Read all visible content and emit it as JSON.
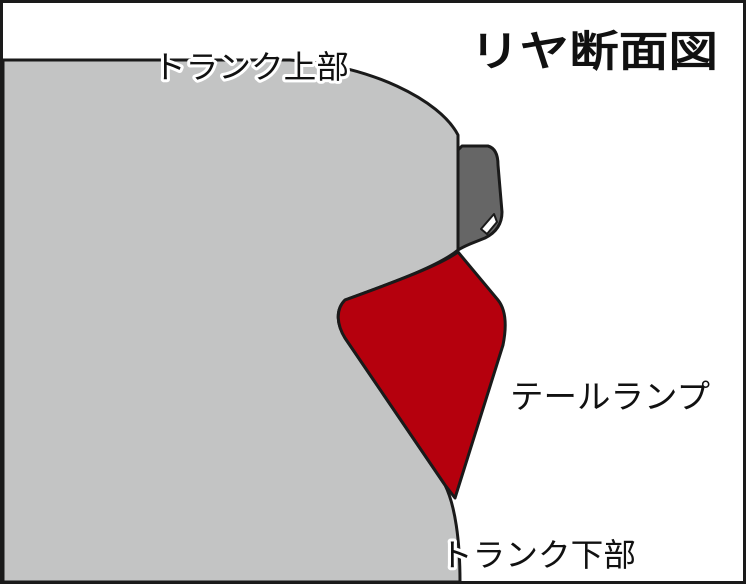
{
  "diagram": {
    "title": "リヤ断面図",
    "labels": {
      "trunk_top": "トランク上部",
      "tail_lamp": "テールランプ",
      "trunk_bottom": "トランク下部"
    },
    "colors": {
      "body": "#c3c4c4",
      "tail_lamp": "#b5000d",
      "side_marker": "#666666",
      "outline": "#1a1a1a",
      "background": "#ffffff"
    }
  }
}
